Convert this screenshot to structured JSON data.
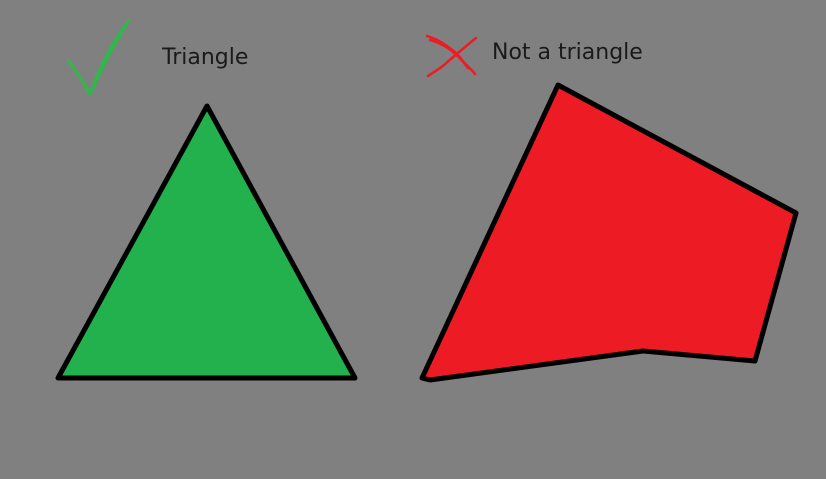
{
  "examples": [
    {
      "caption": "Triangle",
      "mark": "check-icon",
      "mark_color": "#2fb84a",
      "fill_color": "#22b14c",
      "shape": "triangle"
    },
    {
      "caption": "Not a triangle",
      "mark": "cross-icon",
      "mark_color": "#ed1c24",
      "fill_color": "#ed1c24",
      "shape": "pentagon"
    }
  ],
  "outline_color": "#000000",
  "background_color": "#808080"
}
